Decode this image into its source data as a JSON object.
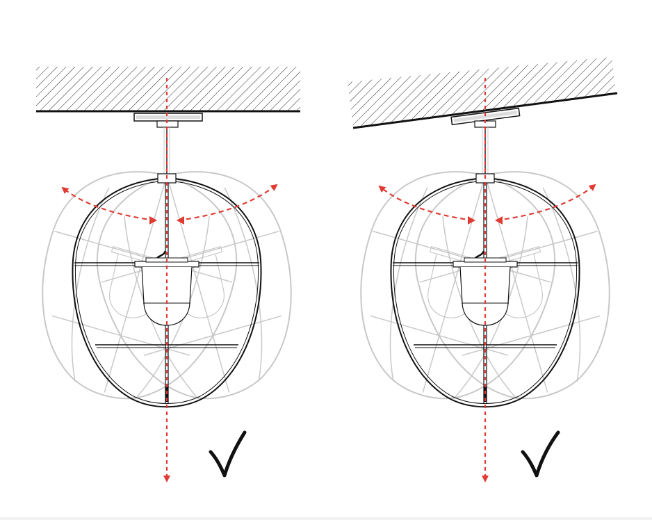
{
  "diagram": {
    "panels": [
      {
        "id": "left",
        "ceiling": "flat",
        "result": "check-mark"
      },
      {
        "id": "right",
        "ceiling": "sloped",
        "result": "check-mark"
      }
    ],
    "colors": {
      "line": "#111111",
      "ghost": "#c8c8c8",
      "arrow": "#e03b32",
      "hatch": "#222222",
      "background": "#ffffff"
    },
    "icons": [
      "check-mark-icon",
      "swing-arrow-icon",
      "plumb-arrow-icon"
    ]
  }
}
